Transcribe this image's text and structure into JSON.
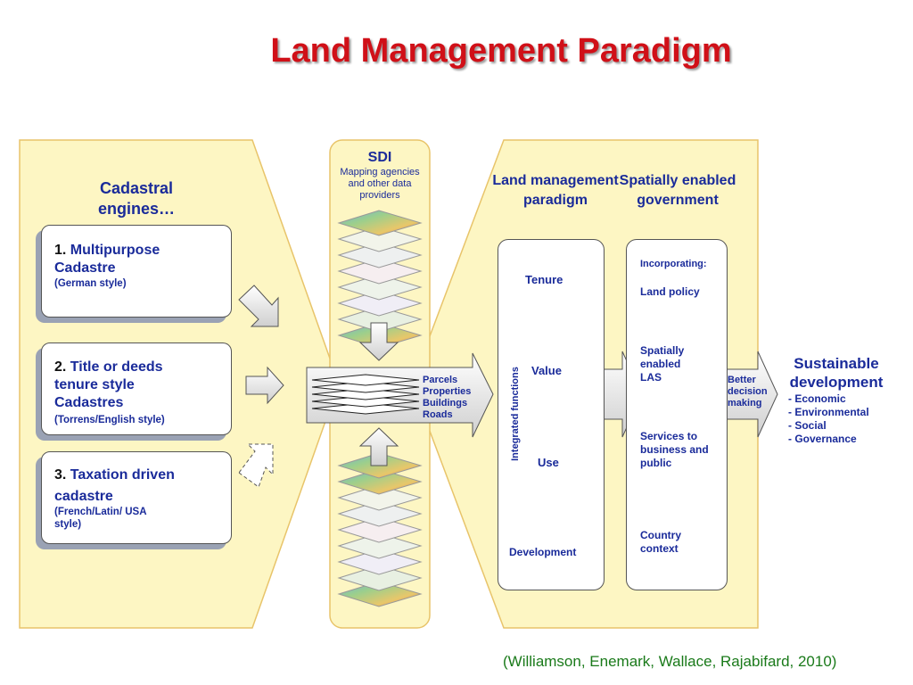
{
  "title": "Land Management Paradigm",
  "cadastral": {
    "heading": "Cadastral engines…",
    "cards": [
      {
        "num": "1.",
        "name": "Multipurpose Cadastre",
        "note": "(German style)"
      },
      {
        "num": "2.",
        "name": "Title or deeds tenure style Cadastres",
        "note": "(Torrens/English style)"
      },
      {
        "num": "3.",
        "name": "Taxation driven cadastre",
        "note": "(French/Latin/ USA style)"
      }
    ]
  },
  "sdi": {
    "title": "SDI",
    "subtitle": "Mapping agencies and other data providers",
    "layers": [
      "Parcels",
      "Properties",
      "Buildings",
      "Roads"
    ]
  },
  "paradigm": {
    "heading": "Land management paradigm",
    "axis_label": "Integrated functions",
    "functions": [
      "Tenure",
      "Value",
      "Use",
      "Development"
    ]
  },
  "government": {
    "heading": "Spatially enabled government",
    "items": [
      "Incorporating:",
      "Land policy",
      "Spatially enabled LAS",
      "Services to business and public",
      "Country context"
    ]
  },
  "decision": "Better decision making",
  "sustainable": {
    "heading": "Sustainable development",
    "items": [
      "- Economic",
      "- Environmental",
      "- Social",
      "- Governance"
    ]
  },
  "citation": "(Williamson, Enemark, Wallace, Rajabifard, 2010)",
  "colors": {
    "title": "#d01018",
    "navy": "#1a2b9a",
    "panel": "#fdf6c3",
    "panel_border": "#e8c46a",
    "citation": "#1a7a1a"
  }
}
